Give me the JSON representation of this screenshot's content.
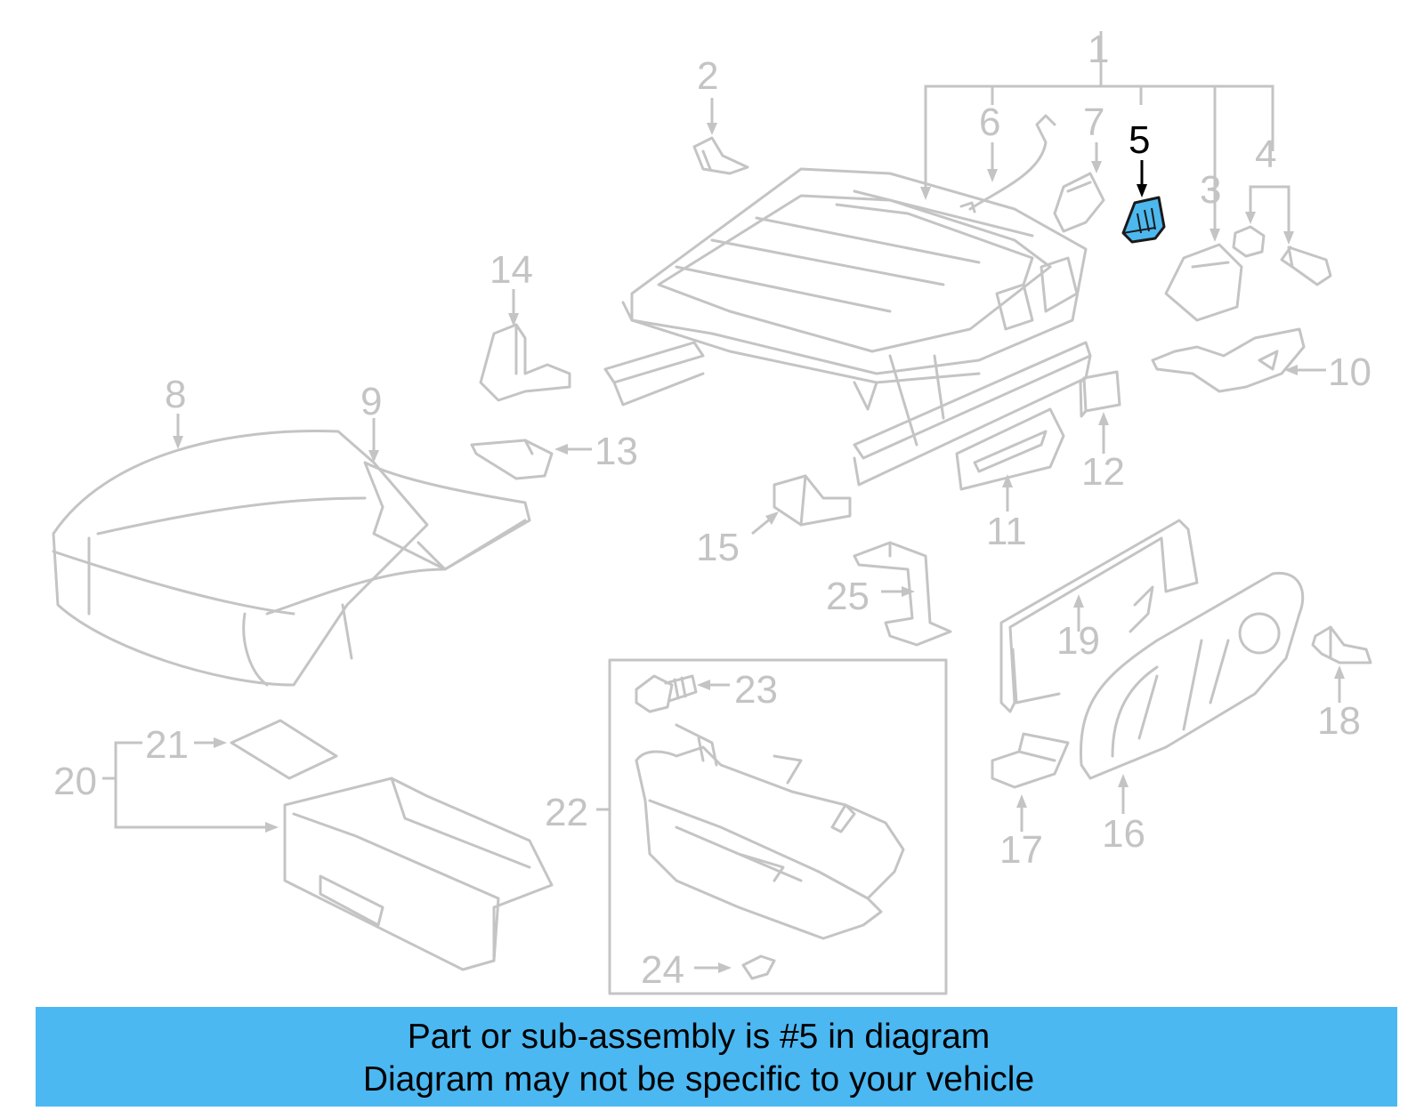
{
  "callouts": {
    "c1": "1",
    "c2": "2",
    "c3": "3",
    "c4": "4",
    "c5": "5",
    "c6": "6",
    "c7": "7",
    "c8": "8",
    "c9": "9",
    "c10": "10",
    "c11": "11",
    "c12": "12",
    "c13": "13",
    "c14": "14",
    "c15": "15",
    "c16": "16",
    "c17": "17",
    "c18": "18",
    "c19": "19",
    "c20": "20",
    "c21": "21",
    "c22": "22",
    "c23": "23",
    "c24": "24",
    "c25": "25"
  },
  "highlight": {
    "callout": "5",
    "color": "#4db8ee"
  },
  "banner": {
    "line1": "Part or sub-assembly is #5 in diagram",
    "line2": "Diagram may not be specific to your vehicle",
    "background": "#4bb8f2"
  }
}
